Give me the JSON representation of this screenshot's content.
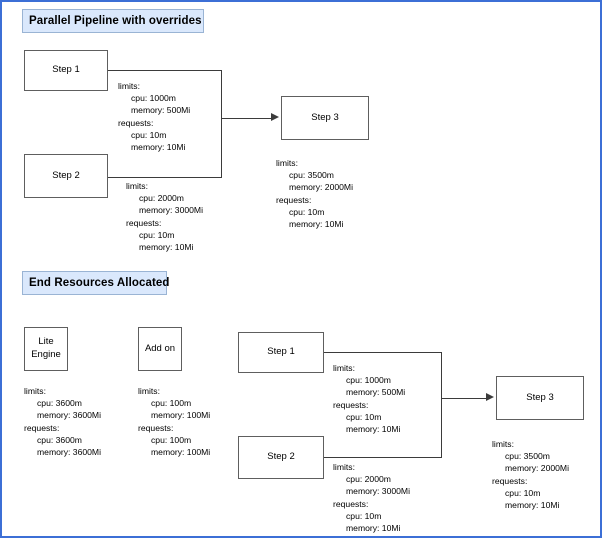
{
  "page": {
    "border_color": "#3c6fd6",
    "background": "#ffffff"
  },
  "sections": [
    {
      "id": "parallel-pipeline",
      "title": "Parallel Pipeline with  overrides",
      "title_fill": "#dae8fc",
      "title_border": "#9ab4d4"
    },
    {
      "id": "end-resources",
      "title": "End Resources Allocated",
      "title_fill": "#dae8fc",
      "title_border": "#9ab4d4"
    }
  ],
  "labels": {
    "limits": "limits:",
    "requests": "requests:"
  },
  "top": {
    "step1": {
      "name": "Step 1"
    },
    "step2": {
      "name": "Step 2"
    },
    "step3": {
      "name": "Step 3"
    },
    "step1_resources": {
      "limits_label": "limits:",
      "limits_cpu": "cpu: 1000m",
      "limits_memory": "memory: 500Mi",
      "requests_label": "requests:",
      "requests_cpu": "cpu: 10m",
      "requests_memory": "memory: 10Mi"
    },
    "step2_resources": {
      "limits_label": "limits:",
      "limits_cpu": "cpu: 2000m",
      "limits_memory": "memory: 3000Mi",
      "requests_label": "requests:",
      "requests_cpu": "cpu: 10m",
      "requests_memory": "memory: 10Mi"
    },
    "step3_resources": {
      "limits_label": "limits:",
      "limits_cpu": "cpu: 3500m",
      "limits_memory": "memory: 2000Mi",
      "requests_label": "requests:",
      "requests_cpu": "cpu: 10m",
      "requests_memory": "memory: 10Mi"
    }
  },
  "bottom": {
    "lite_engine": {
      "line1": "Lite",
      "line2": "Engine"
    },
    "add_on": {
      "name": "Add on"
    },
    "step1": {
      "name": "Step 1"
    },
    "step2": {
      "name": "Step 2"
    },
    "step3": {
      "name": "Step 3"
    },
    "lite_engine_resources": {
      "limits_label": "limits:",
      "limits_cpu": "cpu: 3600m",
      "limits_memory": "memory: 3600Mi",
      "requests_label": "requests:",
      "requests_cpu": "cpu: 3600m",
      "requests_memory": "memory: 3600Mi"
    },
    "add_on_resources": {
      "limits_label": "limits:",
      "limits_cpu": "cpu: 100m",
      "limits_memory": "memory: 100Mi",
      "requests_label": "requests:",
      "requests_cpu": "cpu: 100m",
      "requests_memory": "memory: 100Mi"
    },
    "step1_resources": {
      "limits_label": "limits:",
      "limits_cpu": "cpu: 1000m",
      "limits_memory": "memory: 500Mi",
      "requests_label": "requests:",
      "requests_cpu": "cpu: 10m",
      "requests_memory": "memory: 10Mi"
    },
    "step2_resources": {
      "limits_label": "limits:",
      "limits_cpu": "cpu: 2000m",
      "limits_memory": "memory: 3000Mi",
      "requests_label": "requests:",
      "requests_cpu": "cpu: 10m",
      "requests_memory": "memory: 10Mi"
    },
    "step3_resources": {
      "limits_label": "limits:",
      "limits_cpu": "cpu: 3500m",
      "limits_memory": "memory: 2000Mi",
      "requests_label": "requests:",
      "requests_cpu": "cpu: 10m",
      "requests_memory": "memory: 10Mi"
    }
  }
}
